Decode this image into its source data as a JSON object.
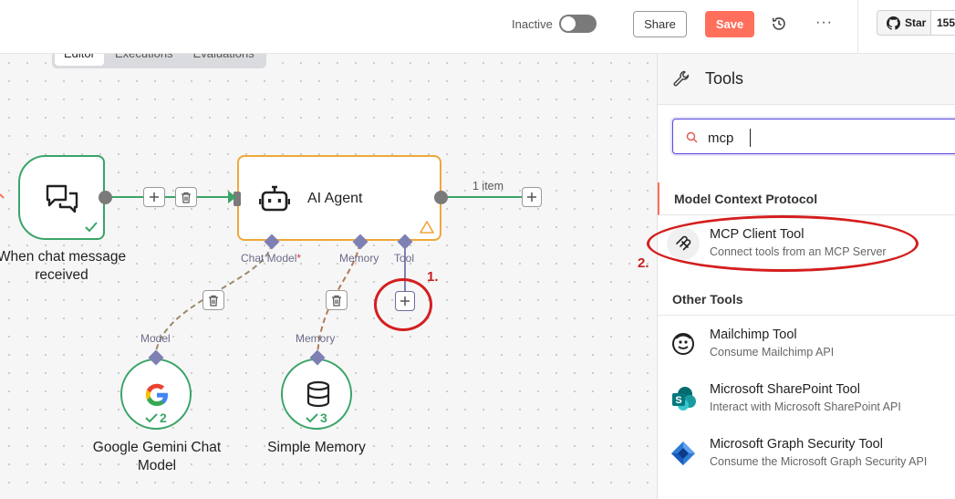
{
  "topbar": {
    "status_label": "Inactive",
    "share_label": "Share",
    "save_label": "Save",
    "more_label": "···",
    "github_star_label": "Star",
    "github_star_count": "155"
  },
  "tabs": [
    {
      "label": "Editor",
      "active": true
    },
    {
      "label": "Executions",
      "active": false
    },
    {
      "label": "Evaluations",
      "active": false
    }
  ],
  "workflow": {
    "trigger": {
      "label_line1": "When chat message",
      "label_line2": "received",
      "icon": "chat-bubbles-icon"
    },
    "agent": {
      "title": "AI Agent",
      "icon": "robot-icon",
      "warning_icon": "warning-triangle-icon"
    },
    "agent_output": {
      "item_count": "1 item"
    },
    "ports": {
      "chat_model": "Chat Model",
      "chat_model_required": "*",
      "memory": "Memory",
      "tool": "Tool"
    },
    "gemini": {
      "port_label": "Model",
      "label_line1": "Google Gemini Chat",
      "label_line2": "Model",
      "count": "2",
      "icon": "google-g-icon"
    },
    "memory": {
      "port_label": "Memory",
      "label": "Simple Memory",
      "count": "3",
      "icon": "database-icon"
    },
    "annotations": {
      "step1": "1.",
      "step2": "2."
    }
  },
  "panel": {
    "title": "Tools",
    "search": {
      "value": "mcp",
      "placeholder": ""
    },
    "sections": [
      {
        "title": "Model Context Protocol",
        "items": [
          {
            "title": "MCP Client Tool",
            "desc": "Connect tools from an MCP Server",
            "icon": "mcp-icon"
          }
        ]
      },
      {
        "title": "Other Tools",
        "items": [
          {
            "title": "Mailchimp Tool",
            "desc": "Consume Mailchimp API",
            "icon": "mailchimp-icon"
          },
          {
            "title": "Microsoft SharePoint Tool",
            "desc": "Interact with Microsoft SharePoint API",
            "icon": "sharepoint-icon"
          },
          {
            "title": "Microsoft Graph Security Tool",
            "desc": "Consume the Microsoft Graph Security API",
            "icon": "graph-security-icon"
          }
        ]
      }
    ]
  },
  "colors": {
    "accent": "#ff6f5c",
    "success": "#3aa468",
    "agent_border": "#f0a73a",
    "annotation": "#d41e1e",
    "port": "#7e80b3"
  }
}
